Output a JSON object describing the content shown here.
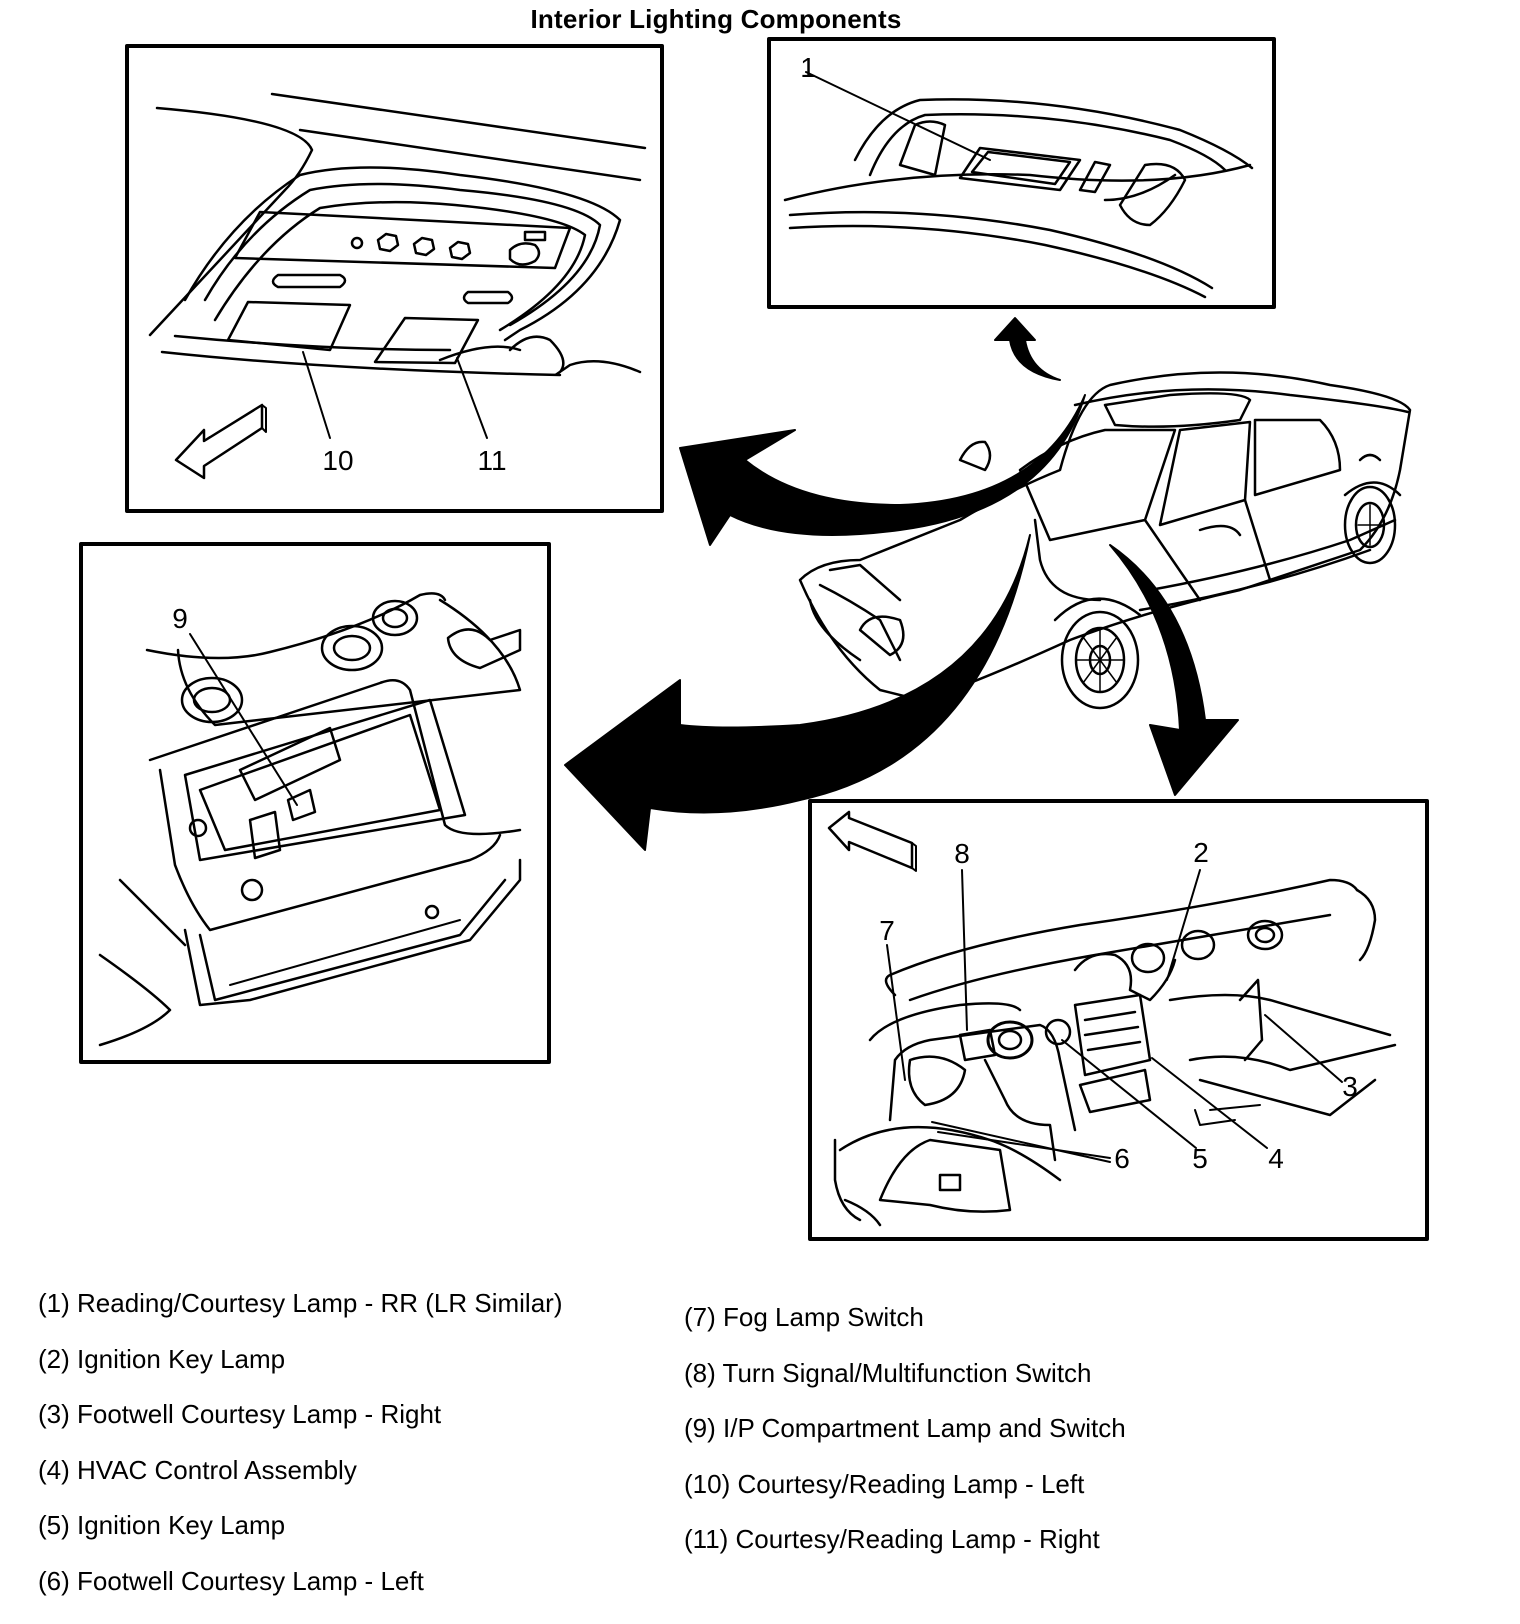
{
  "title": "Interior Lighting Components",
  "callouts": {
    "c1": "1",
    "c2": "2",
    "c3": "3",
    "c4": "4",
    "c5": "5",
    "c6": "6",
    "c7": "7",
    "c8": "8",
    "c9": "9",
    "c10": "10",
    "c11": "11"
  },
  "legend": {
    "left": [
      "(1) Reading/Courtesy Lamp - RR (LR Similar)",
      "(2) Ignition Key Lamp",
      "(3) Footwell Courtesy Lamp - Right",
      "(4) HVAC Control Assembly",
      "(5) Ignition Key Lamp",
      "(6) Footwell Courtesy Lamp - Left"
    ],
    "right": [
      "(7) Fog Lamp Switch",
      "(8) Turn Signal/Multifunction Switch",
      "(9) I/P Compartment Lamp and Switch",
      "(10) Courtesy/Reading Lamp - Left",
      "(11) Courtesy/Reading Lamp - Right"
    ]
  }
}
